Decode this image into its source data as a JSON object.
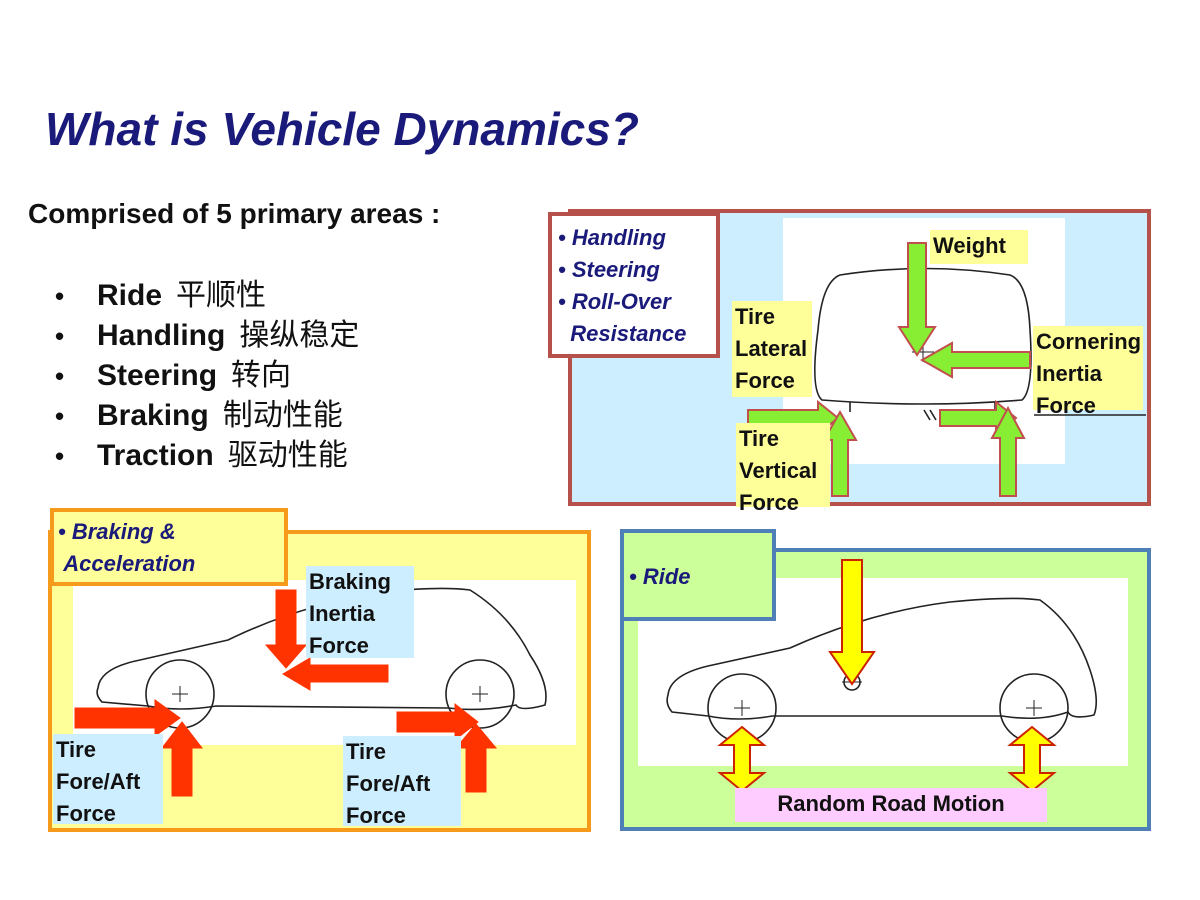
{
  "title": "What is Vehicle Dynamics?",
  "subtitle": "Comprised of 5 primary areas :",
  "areas": [
    {
      "name": "Ride",
      "zh": "平顺性"
    },
    {
      "name": "Handling",
      "zh": "操纵稳定"
    },
    {
      "name": "Steering",
      "zh": "转向"
    },
    {
      "name": "Braking",
      "zh": "制动性能"
    },
    {
      "name": "Traction",
      "zh": "驱动性能"
    }
  ],
  "bullet_char": "•",
  "colors": {
    "title": "#1a1a7a",
    "handling_border": "#b5504a",
    "braking_border": "#f59a1a",
    "ride_border": "#4f7fb7",
    "panel_blue": "#cdeeff",
    "panel_yellow": "#ffff99",
    "panel_green": "#ccff99",
    "label_yellow": "#ffff99",
    "label_blue": "#cdeeff",
    "label_pink": "#ffccff",
    "arrow_green": "#88ee33",
    "arrow_red": "#ff3300",
    "arrow_yellow": "#ffff00"
  },
  "handling_panel": {
    "callout": [
      "• Handling",
      "• Steering",
      "• Roll-Over",
      "  Resistance"
    ],
    "labels": {
      "weight": "Weight",
      "tire_lateral": "Tire\nLateral\nForce",
      "cornering_inertia": "Cornering\nInertia\nForce",
      "tire_vertical": "Tire\nVertical\nForce"
    }
  },
  "braking_panel": {
    "callout": [
      "• Braking &",
      " Acceleration"
    ],
    "labels": {
      "braking_inertia": "Braking\nInertia\nForce",
      "tire_fore_aft_front": "Tire\nFore/Aft\nForce",
      "tire_fore_aft_rear": "Tire\nFore/Aft\nForce"
    }
  },
  "ride_panel": {
    "callout": "• Ride",
    "labels": {
      "random_road": "Random Road Motion"
    }
  }
}
